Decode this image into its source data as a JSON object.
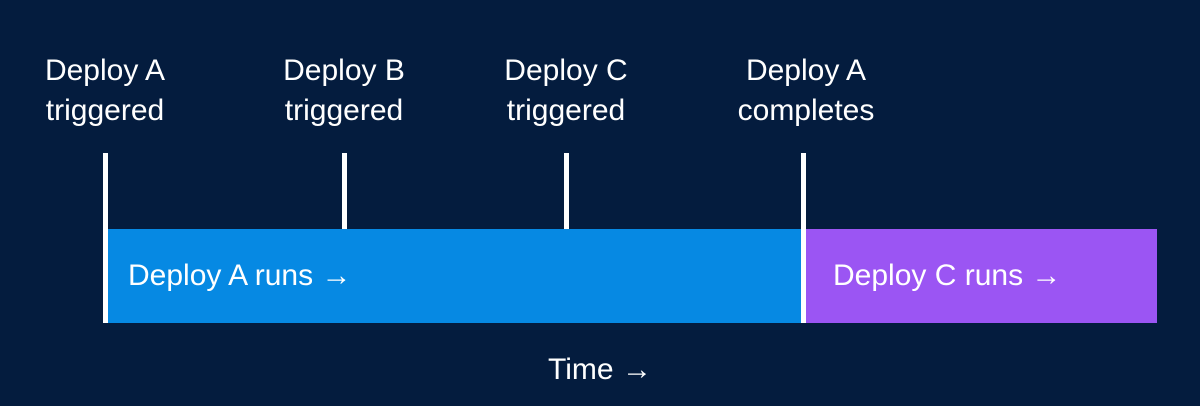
{
  "colors": {
    "background": "#041c3e",
    "bar_blue": "#0689e3",
    "bar_purple": "#9b55f3",
    "text": "#ffffff",
    "tick": "#ffffff"
  },
  "events": [
    {
      "line1": "Deploy A",
      "line2": "triggered"
    },
    {
      "line1": "Deploy B",
      "line2": "triggered"
    },
    {
      "line1": "Deploy C",
      "line2": "triggered"
    },
    {
      "line1": "Deploy A",
      "line2": "completes"
    }
  ],
  "bars": [
    {
      "label": "Deploy A runs →",
      "color": "#0689e3"
    },
    {
      "label": "Deploy C runs →",
      "color": "#9b55f3"
    }
  ],
  "axis": {
    "label": "Time →"
  }
}
